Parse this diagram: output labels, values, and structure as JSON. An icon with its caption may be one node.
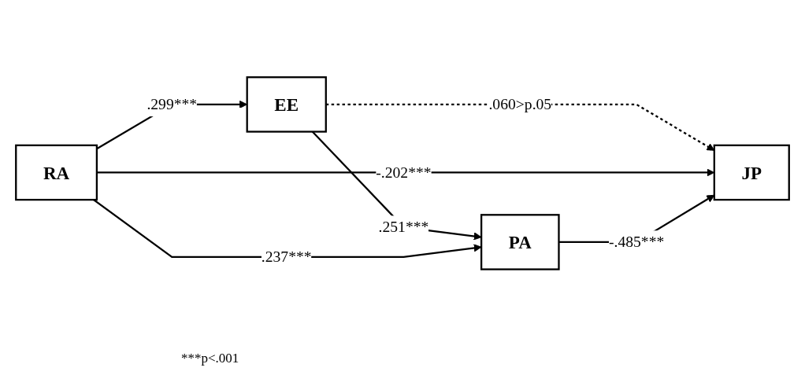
{
  "diagram": {
    "nodes": [
      {
        "text": [
          "EE"
        ]
      },
      {
        "text": [
          "RA"
        ]
      },
      {
        "text": [
          "JP"
        ]
      },
      {
        "text": [
          "PA"
        ]
      }
    ],
    "edges": [
      {
        "from": 1,
        "to": 0,
        "arrow": "to",
        "label": ".299***"
      },
      {
        "from": 0,
        "to": 2,
        "arrow": "to",
        "label": ".060>p.05",
        "style": "dashed"
      },
      {
        "from": 0,
        "to": 3,
        "arrow": "to",
        "label": ".251***"
      },
      {
        "from": 1,
        "to": 2,
        "arrow": "to",
        "label": "-.202***"
      },
      {
        "from": 1,
        "to": 3,
        "arrow": "to",
        "label": ".237***"
      },
      {
        "from": 3,
        "to": 2,
        "arrow": "to",
        "label": "-.485***"
      }
    ],
    "labels": [
      "***p<.001"
    ]
  }
}
